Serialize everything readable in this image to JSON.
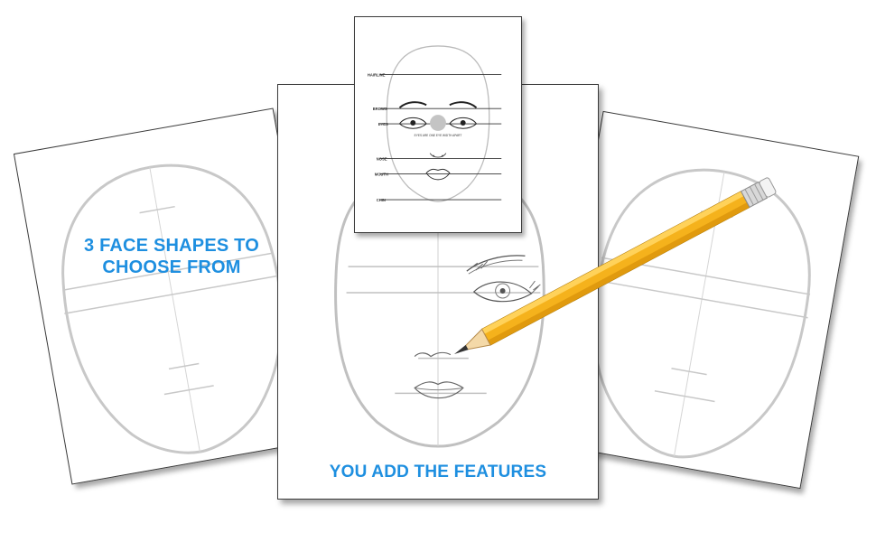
{
  "accent_color": "#1e8fe0",
  "captions": {
    "left": "3 FACE SHAPES TO CHOOSE FROM",
    "center": "YOU ADD THE FEATURES"
  },
  "guide_sheet": {
    "labels": {
      "hairline": "HAIRLINE",
      "brows": "BROWS",
      "eyes": "EYES",
      "nose": "NOSE",
      "mouth": "MOUTH",
      "chin": "CHIN"
    },
    "eye_note": "EYES ARE ONE EYE WIDTH APART"
  },
  "icons": {
    "pencil": "pencil-icon"
  }
}
